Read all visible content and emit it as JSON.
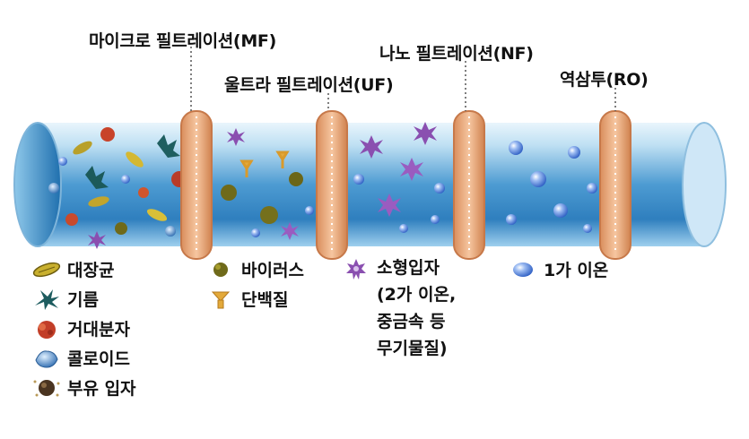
{
  "filters": [
    {
      "id": "mf",
      "label": "마이크로 필트레이션(MF)"
    },
    {
      "id": "uf",
      "label": "울트라 필트레이션(UF)"
    },
    {
      "id": "nf",
      "label": "나노 필트레이션(NF)"
    },
    {
      "id": "ro",
      "label": "역삼투(RO)"
    }
  ],
  "legend": {
    "group1": [
      {
        "icon": "bacteria-icon",
        "label": "대장균"
      },
      {
        "icon": "algae-icon",
        "label": "기름"
      },
      {
        "icon": "macromolecule-icon",
        "label": "거대분자"
      },
      {
        "icon": "colloid-icon",
        "label": "콜로이드"
      },
      {
        "icon": "suspended-particle-icon",
        "label": "부유 입자"
      }
    ],
    "group2": [
      {
        "icon": "virus-icon",
        "label": "바이러스"
      },
      {
        "icon": "protein-icon",
        "label": "단백질"
      }
    ],
    "group3": {
      "icon": "small-particle-icon",
      "lines": [
        "소형입자",
        "(2가 이온,",
        "중금속 등",
        "무기물질)"
      ]
    },
    "group4": {
      "icon": "monovalent-ion-icon",
      "label": "1가 이온"
    }
  },
  "colors": {
    "pipe": "#3a8ec8",
    "pipe_light": "#cfe8f8",
    "flange": "#e9a77a",
    "flange_edge": "#c7794a",
    "star": "#8a4fb0",
    "ion": "#3d6fd0"
  }
}
